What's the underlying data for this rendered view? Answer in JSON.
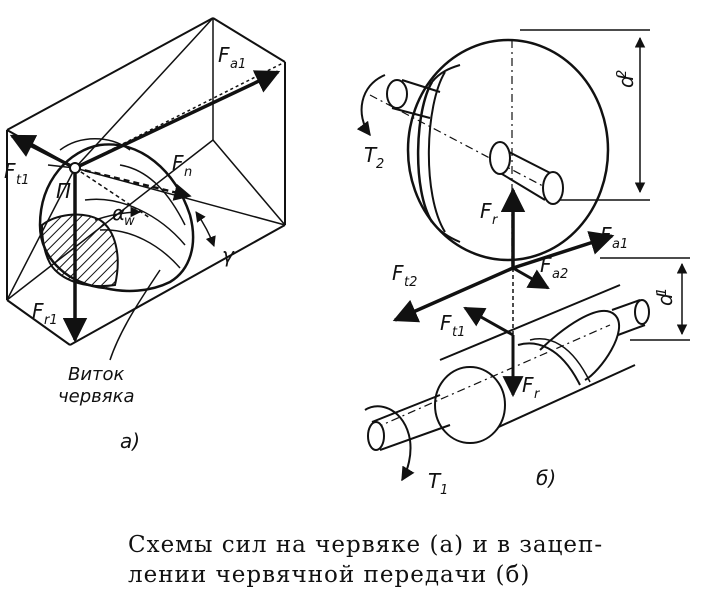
{
  "left_diagram": {
    "labels": {
      "fa1": {
        "main": "F",
        "sub": "a1"
      },
      "ft1": {
        "main": "F",
        "sub": "t1"
      },
      "fn": {
        "main": "F",
        "sub": "n"
      },
      "fr1": {
        "main": "F",
        "sub": "r1"
      },
      "pole": "П",
      "alpha": {
        "main": "α",
        "sub": "w"
      },
      "gamma": "γ"
    },
    "callout": [
      "Виток",
      "червяка"
    ],
    "panel_label": "а)"
  },
  "right_diagram": {
    "labels": {
      "d2": {
        "main": "d",
        "sub": "2"
      },
      "d1": {
        "main": "d",
        "sub": "1"
      },
      "t2": {
        "main": "T",
        "sub": "2"
      },
      "t1": {
        "main": "T",
        "sub": "1"
      },
      "fr_top": {
        "main": "F",
        "sub": "r"
      },
      "ft2": {
        "main": "F",
        "sub": "t2"
      },
      "fa2": {
        "main": "F",
        "sub": "a2"
      },
      "fa1": {
        "main": "F",
        "sub": "a1"
      },
      "ft1": {
        "main": "F",
        "sub": "t1"
      },
      "fr_bottom": {
        "main": "F",
        "sub": "r"
      }
    },
    "panel_label": "б)"
  },
  "caption": {
    "line1": "Схемы сил на червяке (а) и в зацеп-",
    "line2": "лении червячной передачи (б)"
  }
}
